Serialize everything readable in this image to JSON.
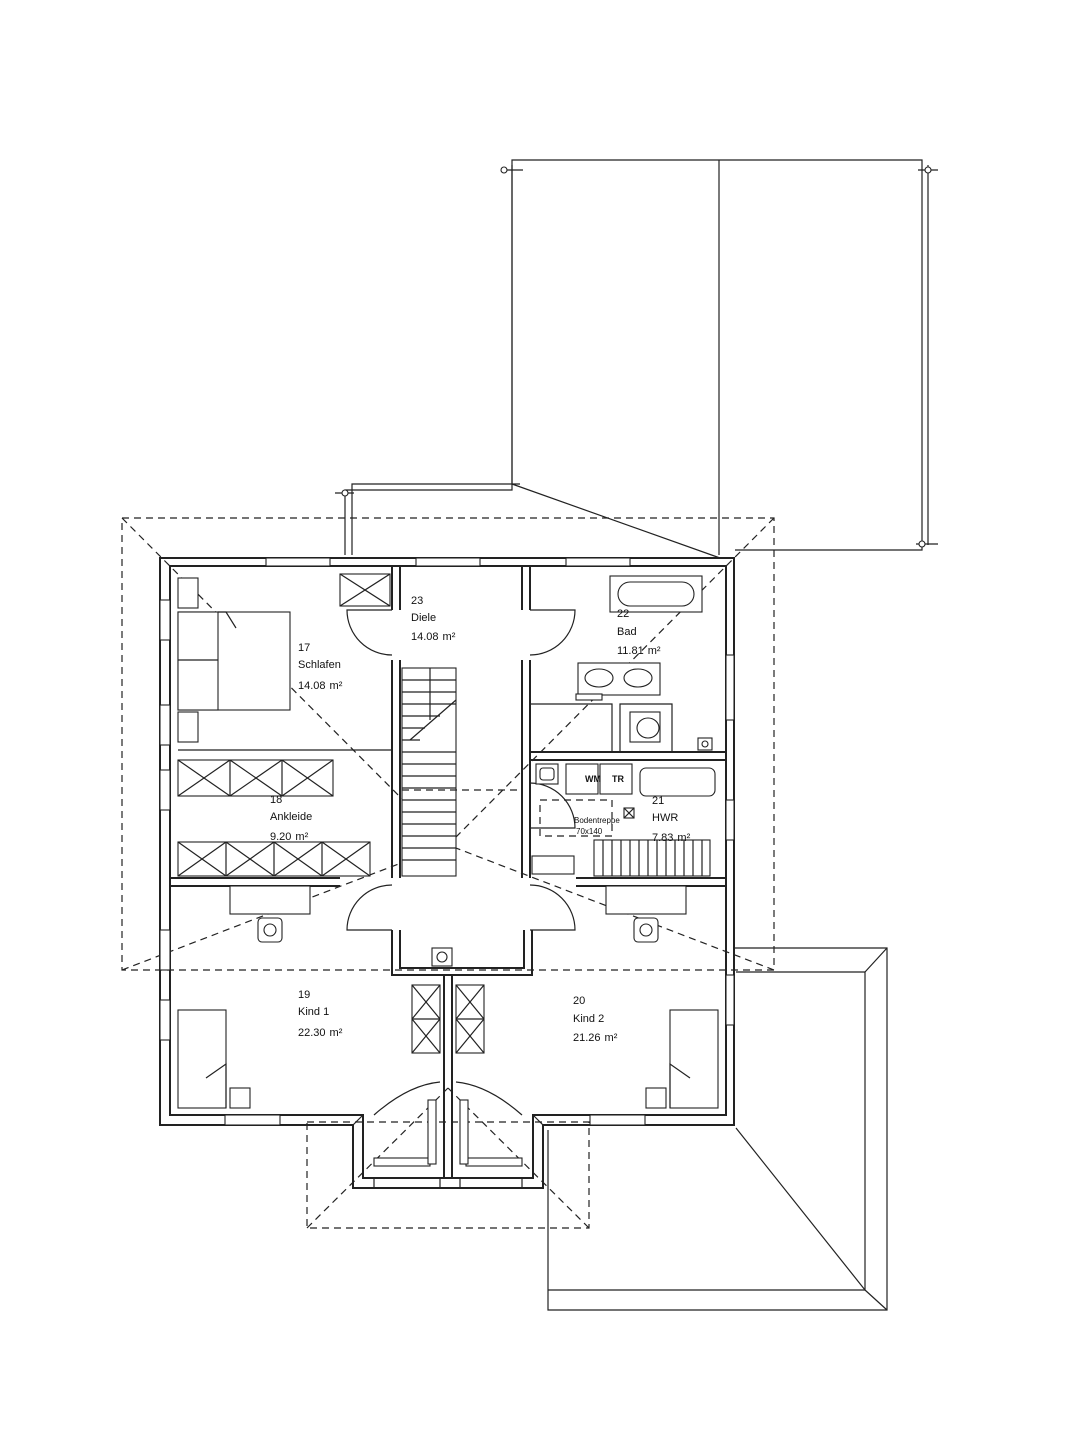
{
  "rooms": {
    "schlafen": {
      "number": "17",
      "name": "Schlafen",
      "area": "14.08",
      "unit": "m²"
    },
    "ankleide": {
      "number": "18",
      "name": "Ankleide",
      "area": "9.20",
      "unit": "m²"
    },
    "kind1": {
      "number": "19",
      "name": "Kind 1",
      "area": "22.30",
      "unit": "m²"
    },
    "kind2": {
      "number": "20",
      "name": "Kind 2",
      "area": "21.26",
      "unit": "m²"
    },
    "hwr": {
      "number": "21",
      "name": "HWR",
      "area": "7.83",
      "unit": "m²"
    },
    "bad": {
      "number": "22",
      "name": "Bad",
      "area": "11.81",
      "unit": "m²"
    },
    "diele": {
      "number": "23",
      "name": "Diele",
      "area": "14.08",
      "unit": "m²"
    }
  },
  "fixtures": {
    "washing_machine": "WM",
    "dryer": "TR",
    "attic_stair_label": "Bodentreppe",
    "attic_stair_size": "70x140"
  }
}
